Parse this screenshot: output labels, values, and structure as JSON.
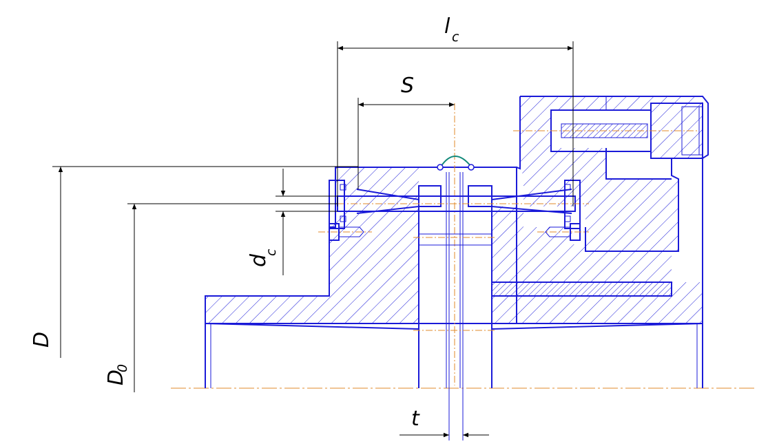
{
  "labels": {
    "lc": {
      "main": "l",
      "sub": "c"
    },
    "s": {
      "main": "S"
    },
    "dc": {
      "main": "d",
      "sub": "c"
    },
    "d": {
      "main": "D"
    },
    "d0": {
      "main": "D",
      "sub": "0"
    },
    "t": {
      "main": "t"
    }
  },
  "colors": {
    "outline": "#1a1ad8",
    "dimension": "#000000",
    "axis": "#e08a2a",
    "spring": "#138a7a"
  }
}
